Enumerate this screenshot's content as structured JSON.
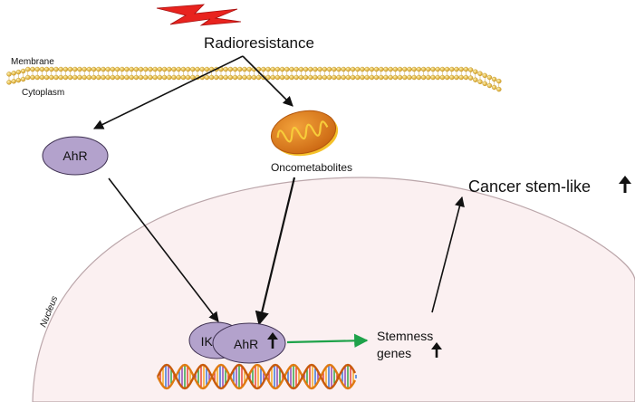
{
  "title": "Radioresistance",
  "labels": {
    "membrane": "Membrane",
    "cytoplasm": "Cytoplasm",
    "nucleus": "Nucleus",
    "ahr_cytoplasm": "AhR",
    "oncometabolites": "Oncometabolites",
    "ikk": "IKKα",
    "ahr_nucleus": "AhR",
    "stemness_line1": "Stemness",
    "stemness_line2": "genes",
    "outcome": "Cancer stem-like"
  },
  "icons": {
    "radiation": "lightning-bolt-icon",
    "increase": "up-arrow-icon",
    "organelle": "mitochondrion-icon",
    "dna": "dna-helix-icon"
  },
  "colors": {
    "bolt": "#e8231e",
    "membrane_bead": "#e6b531",
    "protein_fill": "#b3a2cc",
    "protein_stroke": "#3f3152",
    "nucleus_fill": "#fbf0f1",
    "nucleus_stroke": "#bba6aa",
    "mito_outer": "#e0871a",
    "mito_inner": "#f5c22a",
    "activation_arrow": "#1ea24a"
  }
}
